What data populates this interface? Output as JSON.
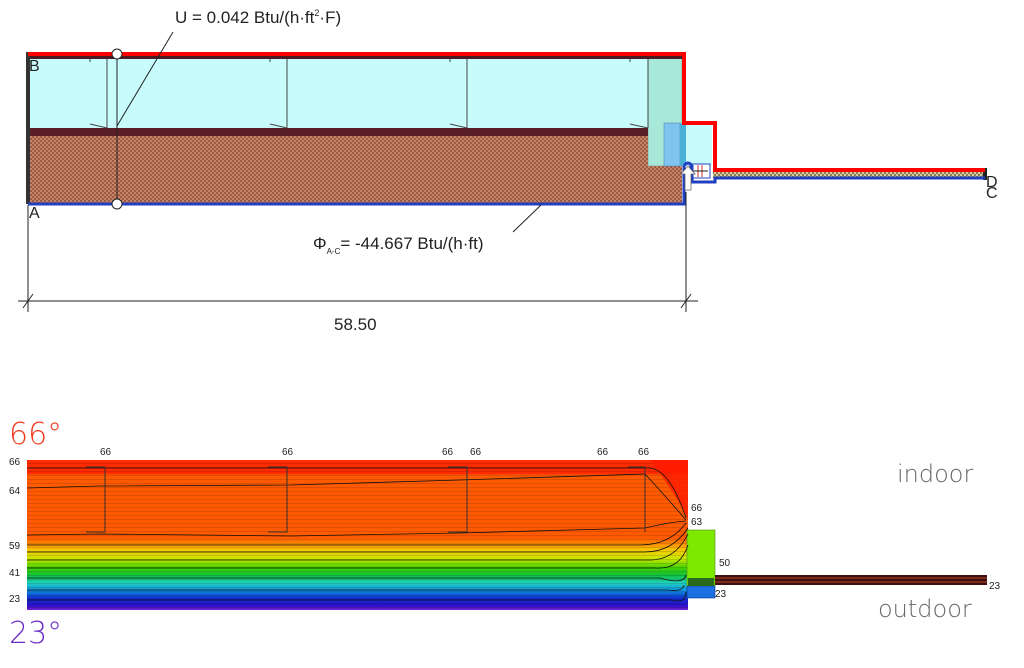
{
  "top_diagram": {
    "u_value_label": "U = 0.042 Btu/(h·ft",
    "u_value_sup": "2",
    "u_value_suffix": "·F)",
    "flux_symbol": "Φ",
    "flux_subscript": "A-C",
    "flux_label": "= -44.667 Btu/(h·ft)",
    "dimension": "58.50",
    "point_a": "A",
    "point_b": "B",
    "point_c": "C",
    "point_d": "D",
    "colors": {
      "indoor_boundary": "#ff0000",
      "outdoor_boundary": "#1f3fbf",
      "insulation": "#c8fcfc",
      "membrane": "#5a1e26",
      "substrate": "#b87a5e",
      "frame": "#a8e8d8",
      "glazing": "#7fc4f0"
    }
  },
  "bottom_diagram": {
    "temp_max_label": "66°",
    "temp_min_label": "23°",
    "indoor_label": "indoor",
    "outdoor_label": "outdoor",
    "left_ticks": [
      "66",
      "64",
      "59",
      "41",
      "23"
    ],
    "top_isotherm_labels": [
      "66",
      "66",
      "66",
      "66",
      "66",
      "66"
    ],
    "right_labels": {
      "a": "66",
      "b": "63",
      "c": "50",
      "d": "23",
      "e": "23"
    },
    "colors": {
      "temp_max": "#f23a1e",
      "temp_min": "#6a2fc8",
      "label_gray": "#666666"
    }
  }
}
